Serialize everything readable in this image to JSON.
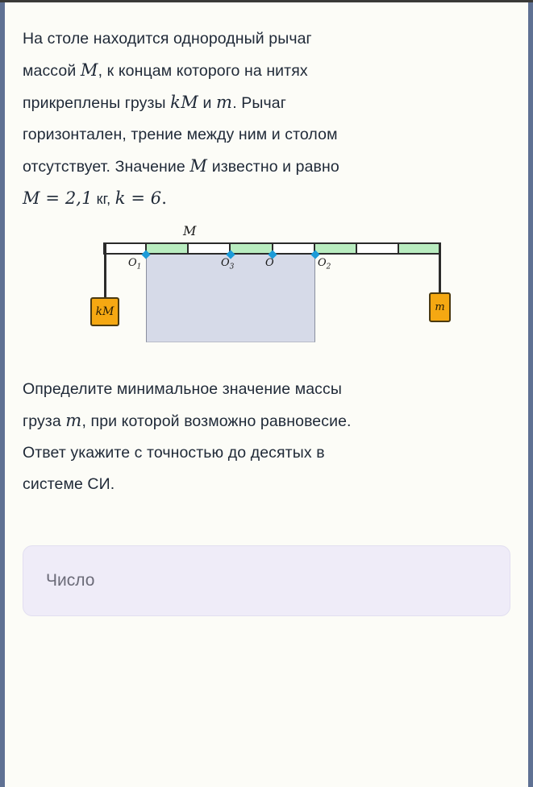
{
  "problem": {
    "lines": [
      "На столе находится однородный рычаг",
      "массой M, к концам которого на нитях",
      "прикреплены грузы kM и m. Рычаг",
      "горизонтален, трение между ним и столом",
      "отсутствует. Значение M известно и равно",
      "M = 2,1 кг, k = 6."
    ],
    "line1_a": "На столе находится однородный рычаг",
    "line2_a": "массой ",
    "line2_m": "M",
    "line2_b": ", к концам которого на нитях",
    "line3_a": "прикреплены грузы ",
    "line3_km": "kM",
    "line3_b": " и ",
    "line3_m": "m",
    "line3_c": ". Рычаг",
    "line4_a": "горизонтален, трение между ним и столом",
    "line5_a": "отсутствует. Значение ",
    "line5_m": "M",
    "line5_b": " известно и равно",
    "line6_meq": "M = 2,1",
    "line6_unit": "кг,",
    "line6_keq": "k = 6",
    "line6_end": "."
  },
  "figure": {
    "lever_label": "M",
    "points": [
      {
        "id": "O1",
        "label": "O",
        "sub": "1"
      },
      {
        "id": "O3",
        "label": "O",
        "sub": "3"
      },
      {
        "id": "O",
        "label": "O",
        "sub": ""
      },
      {
        "id": "O2",
        "label": "O",
        "sub": "2"
      }
    ],
    "weight_left_label": "kM",
    "weight_right_label": "m",
    "bar_segments": [
      "white",
      "green",
      "white",
      "green",
      "white",
      "green",
      "white",
      "green"
    ],
    "colors": {
      "bar_green": "#b9ecc0",
      "bar_white": "#ffffff",
      "bar_outline": "#2b2b2b",
      "marker": "#1c9bd8",
      "table": "#d6dae8",
      "weight_fill": "#f5a812",
      "weight_border": "#4b3a10"
    }
  },
  "question": {
    "line1": "Определите минимальное значение массы",
    "line2_a": "груза ",
    "line2_m": "m",
    "line2_b": ", при которой возможно равновесие.",
    "line3": "Ответ укажите с точностью до десятых в",
    "line4": "системе СИ."
  },
  "answer": {
    "placeholder": "Число",
    "value": ""
  },
  "theme": {
    "background": "#fcfcf7",
    "edge": "#5f7193",
    "text": "#1f2937",
    "input_bg": "#efecf8"
  }
}
